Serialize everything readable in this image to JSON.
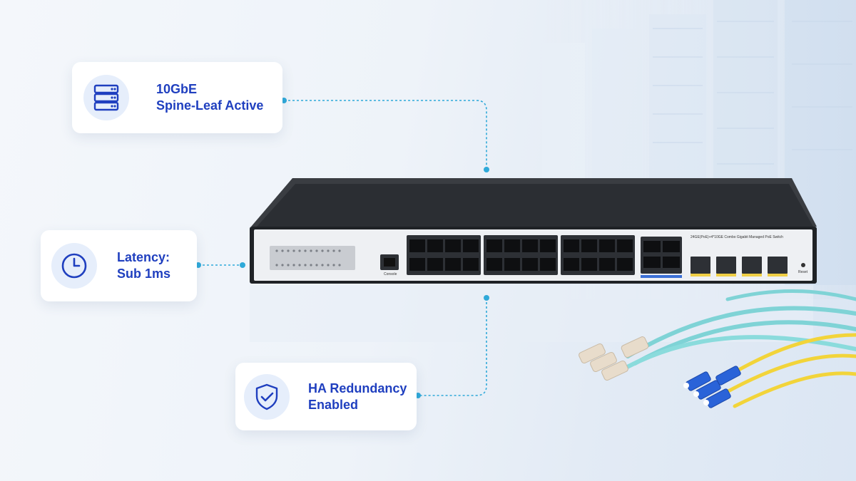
{
  "callouts": [
    {
      "line1": "10GbE",
      "line2": "Spine-Leaf Active",
      "icon": "server-rack-icon"
    },
    {
      "line1": "Latency:",
      "line2": "Sub 1ms",
      "icon": "clock-icon"
    },
    {
      "line1": "HA Redundancy",
      "line2": "Enabled",
      "icon": "shield-check-icon"
    }
  ],
  "switch": {
    "model_text": "24GE(PoE)+4*10GE Combo Gigabit Managed PoE Switch",
    "console_label": "Console",
    "reset_label": "Reset"
  },
  "colors": {
    "accent": "#1f3fbf",
    "connector_line": "#2fa9d9",
    "card_bg": "#ffffff",
    "icon_circle": "#e6eefb",
    "switch_body": "#2b2e33",
    "cable_aqua": "#7fd3d6",
    "cable_yellow": "#f2d43a",
    "connector_blue": "#2a63d8"
  }
}
